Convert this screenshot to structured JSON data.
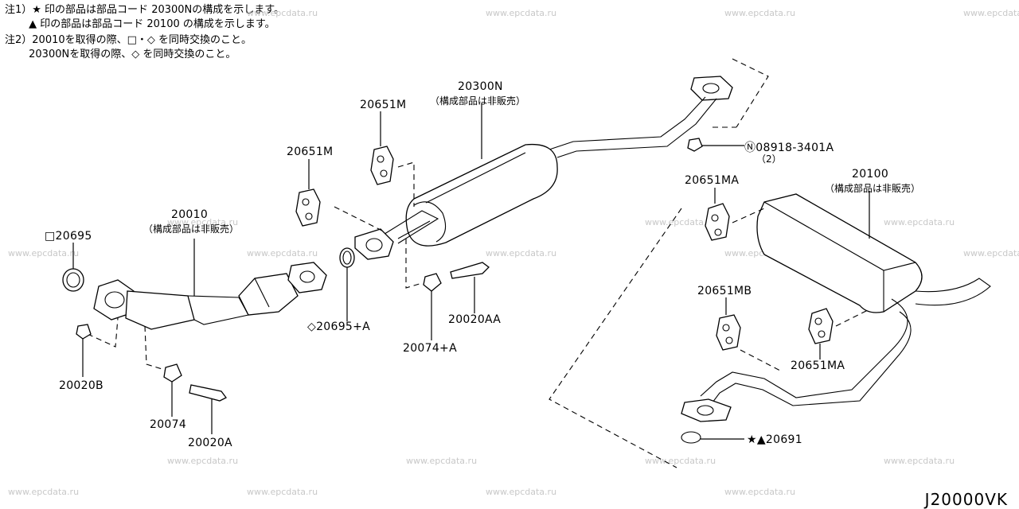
{
  "notes": [
    "注1）★ 印の部品は部品コード 20300Nの構成を示します。",
    "　　 ▲ 印の部品は部品コード 20100 の構成を示します。",
    "注2）20010を取得の際、□・◇ を同時交換のこと。",
    "　　 20300Nを取得の際、◇ を同時交換のこと。"
  ],
  "watermark": "www.epcdata.ru",
  "labels": {
    "p20300n": "20300N",
    "p20300n_sub": "（構成部品は非販売）",
    "p20651m_a": "20651M",
    "p20651m_b": "20651M",
    "p08918": "Ⓝ08918-3401A",
    "p08918_qty": "（2）",
    "p20100": "20100",
    "p20100_sub": "（構成部品は非販売）",
    "p20651ma_top": "20651MA",
    "p20010": "20010",
    "p20010_sub": "（構成部品は非販売）",
    "p20695": "□20695",
    "p20695a": "◇20695+A",
    "p20074a": "20074+A",
    "p20020aa": "20020AA",
    "p20651mb": "20651MB",
    "p20651ma_bot": "20651MA",
    "p20020b": "20020B",
    "p20074": "20074",
    "p20020a": "20020A",
    "p20691": "★▲20691"
  },
  "diagram_code": "J20000VK"
}
